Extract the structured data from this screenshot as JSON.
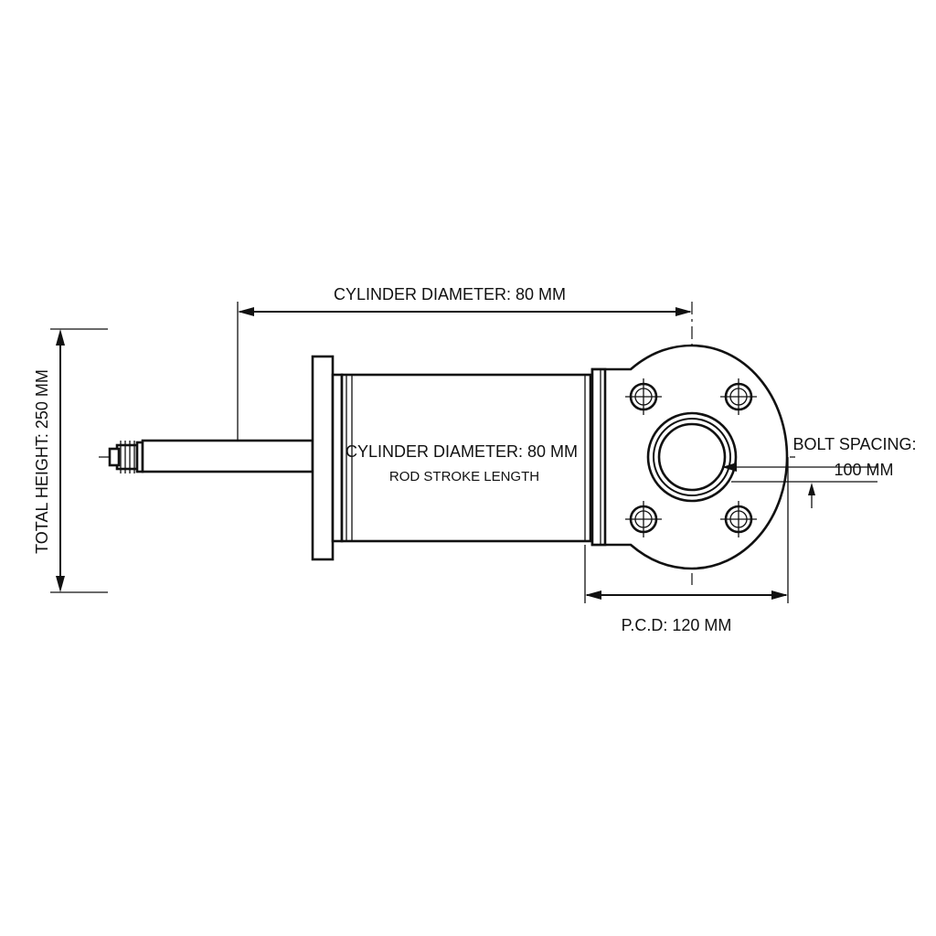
{
  "labels": {
    "top_dimension": "CYLINDER DIAMETER:  80 MM",
    "body_dimension": "CYLINDER DIAMETER: 80 MM",
    "body_sub": "ROD STROKE LENGTH",
    "total_height": "TOTAL HEIGHT: 250 MM",
    "bolt_spacing_title": "BOLT SPACING:",
    "bolt_spacing_value": "100 MM",
    "pcd": "P.C.D: 120 MM"
  }
}
